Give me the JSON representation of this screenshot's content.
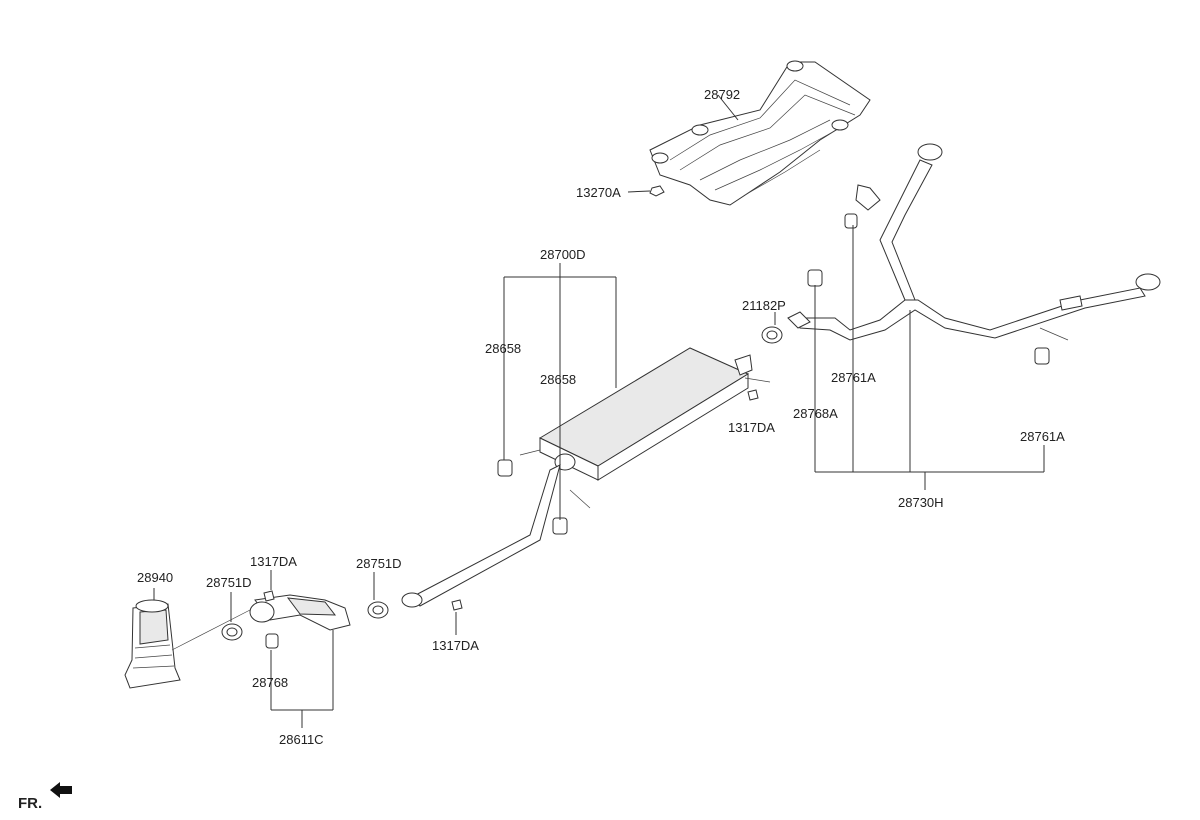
{
  "labels": {
    "heat_protector": "28792",
    "heat_protector_nut": "13270A",
    "center_muffler_assy": "28700D",
    "hanger_left": "28658",
    "hanger_center": "28658",
    "nut_center": "1317DA",
    "gasket_rear": "21182P",
    "hanger_rear_1": "28761A",
    "hanger_rear_2": "28768A",
    "hanger_rear_3": "28761A",
    "rear_muffler_assy": "28730H",
    "catalytic_converter": "28940",
    "gasket_cat": "28751D",
    "nut_cat": "1317DA",
    "gasket_front": "28751D",
    "nut_front": "1317DA",
    "hanger_front": "28768",
    "front_pipe_assy": "28611C",
    "front_indicator": "FR."
  }
}
